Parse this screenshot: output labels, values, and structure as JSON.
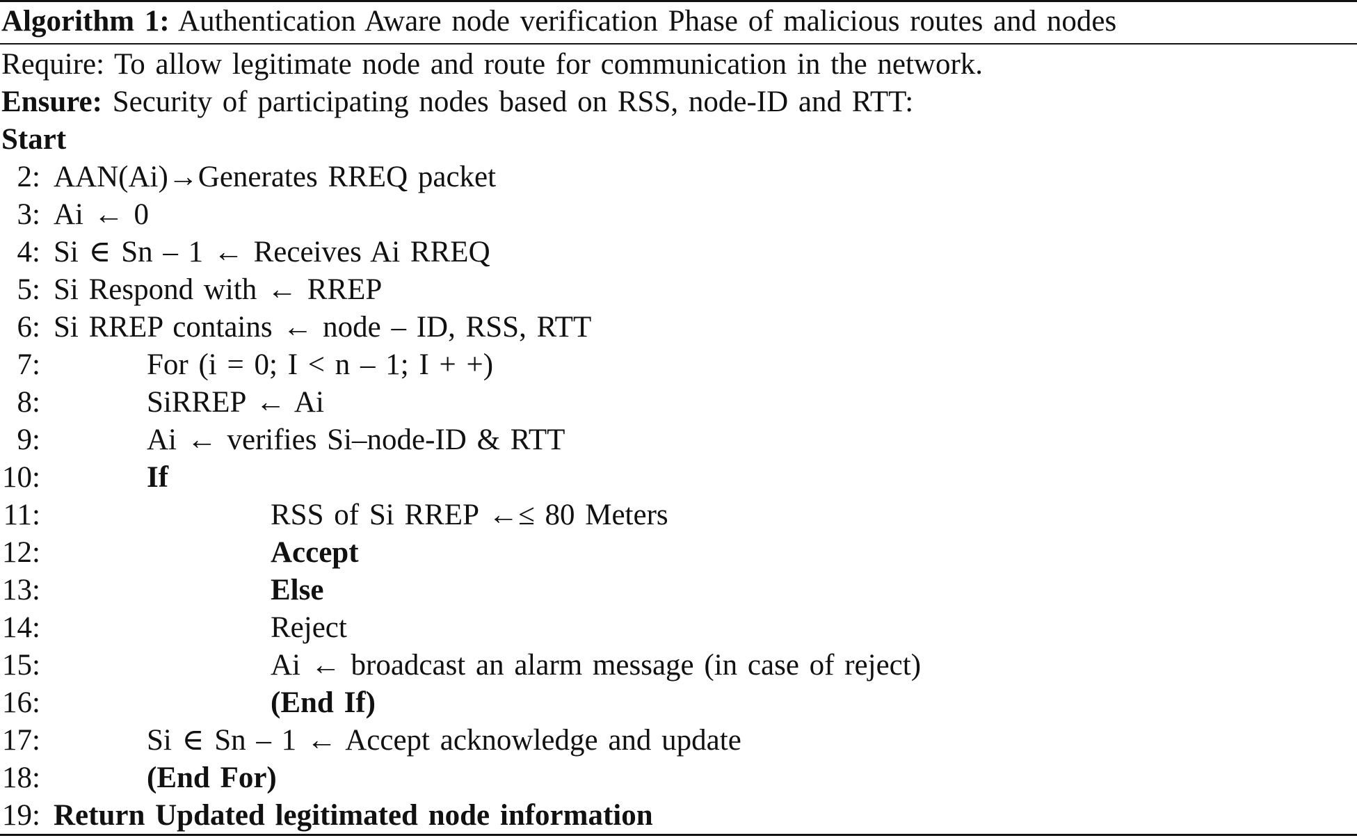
{
  "caption": {
    "label": "Algorithm 1:",
    "title": "Authentication Aware node verification Phase of malicious routes and nodes"
  },
  "require": "Require: To allow legitimate node and route for communication in the network.",
  "ensure": {
    "label": "Ensure:",
    "text": "Security of participating nodes based on RSS, node-ID and RTT:"
  },
  "start": "Start",
  "lines": [
    {
      "num": "2:",
      "text": "AAN(Ai)→Generates RREQ packet"
    },
    {
      "num": "3:",
      "text": "Ai ← 0"
    },
    {
      "num": "4:",
      "text": "Si ∈ Sn – 1 ← Receives Ai RREQ"
    },
    {
      "num": "5:",
      "text": "Si Respond with ← RREP"
    },
    {
      "num": "6:",
      "text": "Si RREP contains ← node – ID, RSS, RTT"
    },
    {
      "num": "7:",
      "text": "For (i = 0; I < n – 1; I + +)"
    },
    {
      "num": "8:",
      "text": "SiRREP ← Ai"
    },
    {
      "num": "9:",
      "text": "Ai ← verifies Si–node-ID & RTT"
    },
    {
      "num": "10:",
      "text": "If"
    },
    {
      "num": "11:",
      "text": "RSS of Si RREP ←≤ 80 Meters"
    },
    {
      "num": "12:",
      "text": "Accept"
    },
    {
      "num": "13:",
      "text": "Else"
    },
    {
      "num": "14:",
      "text": "Reject"
    },
    {
      "num": "15:",
      "text": "Ai ← broadcast an alarm message (in case of reject)"
    },
    {
      "num": "16:",
      "text": "(End If)"
    },
    {
      "num": "17:",
      "text": "Si ∈ Sn – 1 ← Accept acknowledge and update"
    },
    {
      "num": "18:",
      "text": "(End For)"
    },
    {
      "num": "19:",
      "text": "Return Updated legitimated node information"
    }
  ]
}
